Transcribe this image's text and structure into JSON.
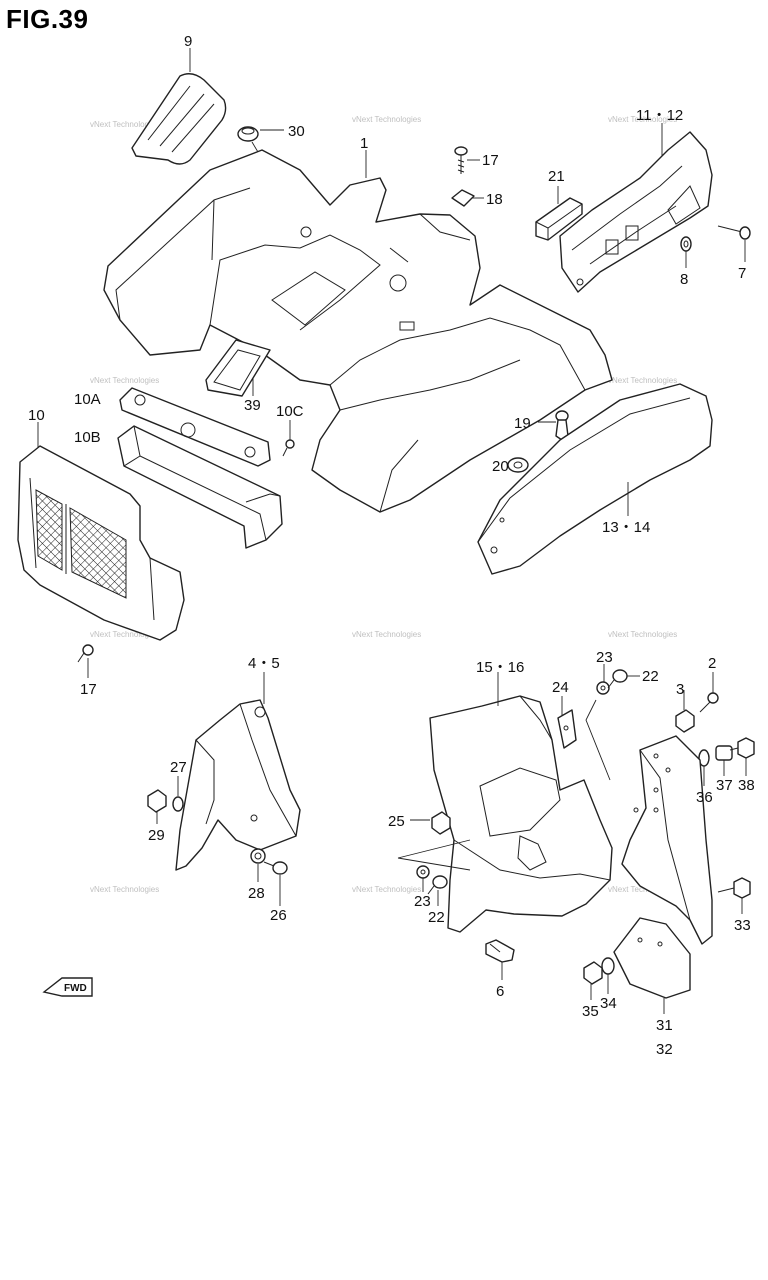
{
  "figure_title": "FIG.39",
  "watermark_text": "vNext Technologies",
  "fwd_label": "FWD",
  "labels": {
    "l9": "9",
    "l30": "30",
    "l1": "1",
    "l17a": "17",
    "l18": "18",
    "l11_12": "11・12",
    "l21": "21",
    "l8": "8",
    "l7": "7",
    "l10A": "10A",
    "l10B": "10B",
    "l10": "10",
    "l39": "39",
    "l10C": "10C",
    "l19": "19",
    "l20": "20",
    "l13_14": "13・14",
    "l17b": "17",
    "l4_5": "4・5",
    "l27": "27",
    "l29": "29",
    "l28": "28",
    "l26": "26",
    "l15_16": "15・16",
    "l24": "24",
    "l23a": "23",
    "l22a": "22",
    "l2": "2",
    "l3": "3",
    "l25": "25",
    "l36": "36",
    "l37": "37",
    "l38": "38",
    "l23b": "23",
    "l22b": "22",
    "l33": "33",
    "l6": "6",
    "l35": "35",
    "l34": "34",
    "l31": "31",
    "l32": "32"
  }
}
